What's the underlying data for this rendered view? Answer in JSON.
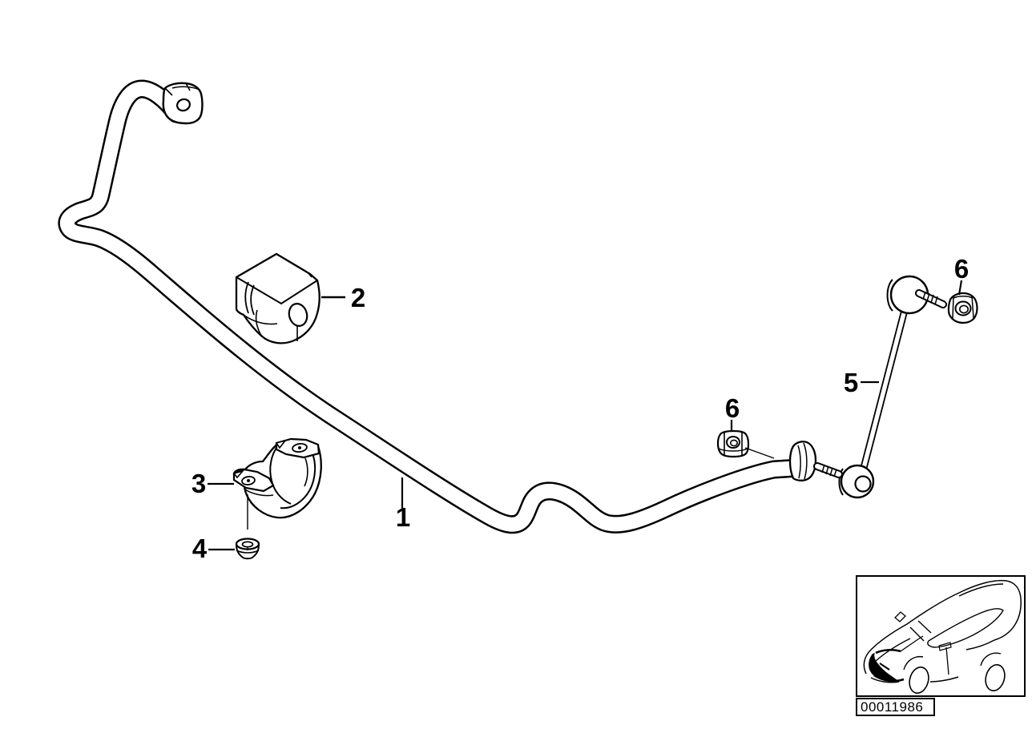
{
  "diagram": {
    "type": "exploded-parts-diagram",
    "subject": "front-stabilizer-bar",
    "background_color": "#ffffff",
    "line_color": "#000000",
    "callouts": [
      {
        "label": "1"
      },
      {
        "label": "2"
      },
      {
        "label": "3"
      },
      {
        "label": "4"
      },
      {
        "label": "5"
      },
      {
        "label": "6"
      },
      {
        "label": "6"
      }
    ],
    "inset": {
      "image_code": "00011986"
    }
  }
}
